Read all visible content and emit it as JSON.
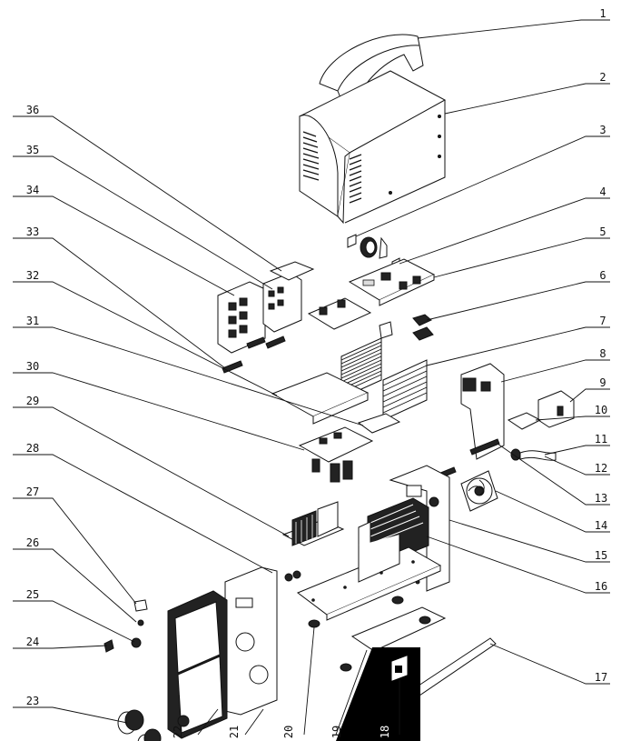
{
  "callouts": [
    "1",
    "2",
    "3",
    "4",
    "5",
    "6",
    "7",
    "8",
    "9",
    "10",
    "11",
    "12",
    "13",
    "14",
    "15",
    "16",
    "17",
    "18",
    "19",
    "20",
    "21",
    "22",
    "23",
    "24",
    "25",
    "26",
    "27",
    "28",
    "29",
    "30",
    "31",
    "32",
    "33",
    "34",
    "35",
    "36"
  ],
  "colors": {
    "ink": "#111111",
    "paper": "#ffffff",
    "fill_dark": "#000000"
  }
}
